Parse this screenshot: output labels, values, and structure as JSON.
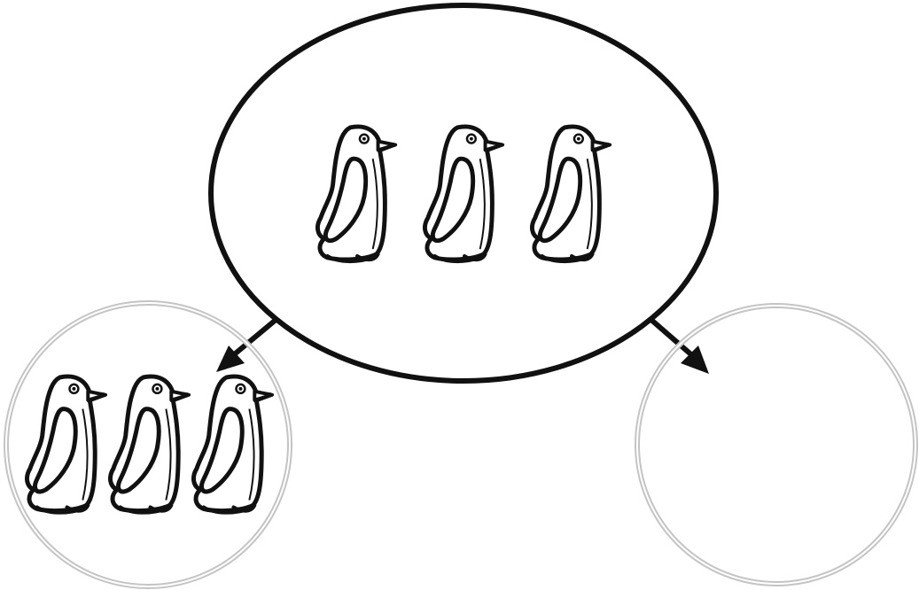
{
  "diagram": {
    "type": "part-whole",
    "description_nodes": [
      {
        "id": "whole",
        "shape": "ellipse",
        "penguin_count": 3
      },
      {
        "id": "part-left",
        "shape": "circle",
        "penguin_count": 3
      },
      {
        "id": "part-right",
        "shape": "circle",
        "penguin_count": 0
      }
    ],
    "arrows": [
      {
        "from": "whole",
        "to": "part-left"
      },
      {
        "from": "whole",
        "to": "part-right"
      }
    ],
    "icons": [
      "penguin-icon"
    ],
    "colors": {
      "stroke": "#111111",
      "circle_stroke": "#b8b8b8",
      "fill": "#ffffff"
    }
  }
}
